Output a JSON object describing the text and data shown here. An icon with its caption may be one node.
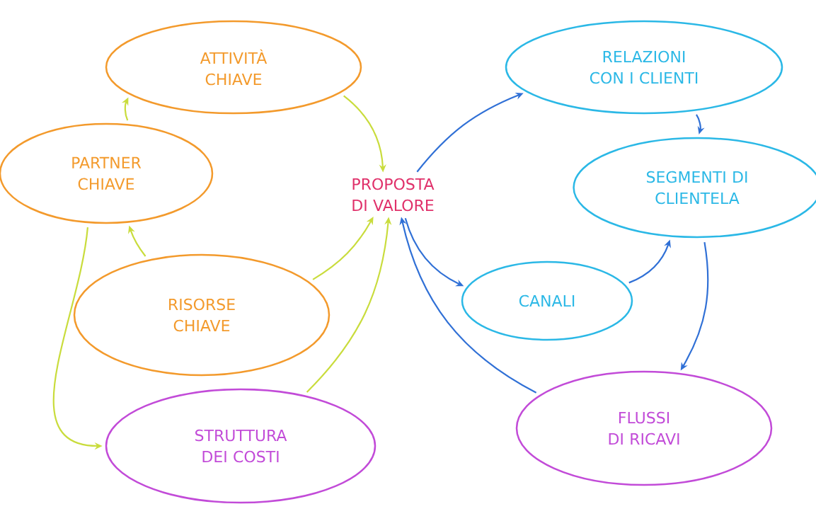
{
  "diagram": {
    "nodes": [
      {
        "text": [
          "ATTIVITÀ CHIAVE"
        ]
      },
      {
        "text": [
          "PARTNER CHIAVE"
        ]
      },
      {
        "text": [
          "RISORSE CHIAVE"
        ]
      },
      {
        "text": [
          "STRUTTURA DEI COSTI"
        ]
      },
      {
        "text": [
          "PROPOSTA DI VALORE"
        ]
      },
      {
        "text": [
          "RELAZIONI CON I CLIENTI"
        ]
      },
      {
        "text": [
          "SEGMENTI DI CLIENTELA"
        ]
      },
      {
        "text": [
          "CANALI"
        ]
      },
      {
        "text": [
          "FLUSSI DI RICAVI"
        ]
      }
    ],
    "edges": [
      {
        "from": 1,
        "to": 0,
        "arrow": "to",
        "color": "#c9dc3c"
      },
      {
        "from": 0,
        "to": 4,
        "arrow": "to",
        "color": "#c9dc3c"
      },
      {
        "from": 2,
        "to": 1,
        "arrow": "to",
        "color": "#c9dc3c"
      },
      {
        "from": 2,
        "to": 4,
        "arrow": "to",
        "color": "#c9dc3c"
      },
      {
        "from": 1,
        "to": 3,
        "arrow": "to",
        "color": "#c9dc3c"
      },
      {
        "from": 3,
        "to": 4,
        "arrow": "to",
        "color": "#c9dc3c"
      },
      {
        "from": 4,
        "to": 5,
        "arrow": "to",
        "color": "#3070d6"
      },
      {
        "from": 5,
        "to": 6,
        "arrow": "to",
        "color": "#3070d6"
      },
      {
        "from": 4,
        "to": 7,
        "arrow": "to",
        "color": "#3070d6"
      },
      {
        "from": 7,
        "to": 6,
        "arrow": "to",
        "color": "#3070d6"
      },
      {
        "from": 6,
        "to": 8,
        "arrow": "to",
        "color": "#3070d6"
      },
      {
        "from": 8,
        "to": 4,
        "arrow": "to",
        "color": "#3070d6"
      }
    ]
  }
}
